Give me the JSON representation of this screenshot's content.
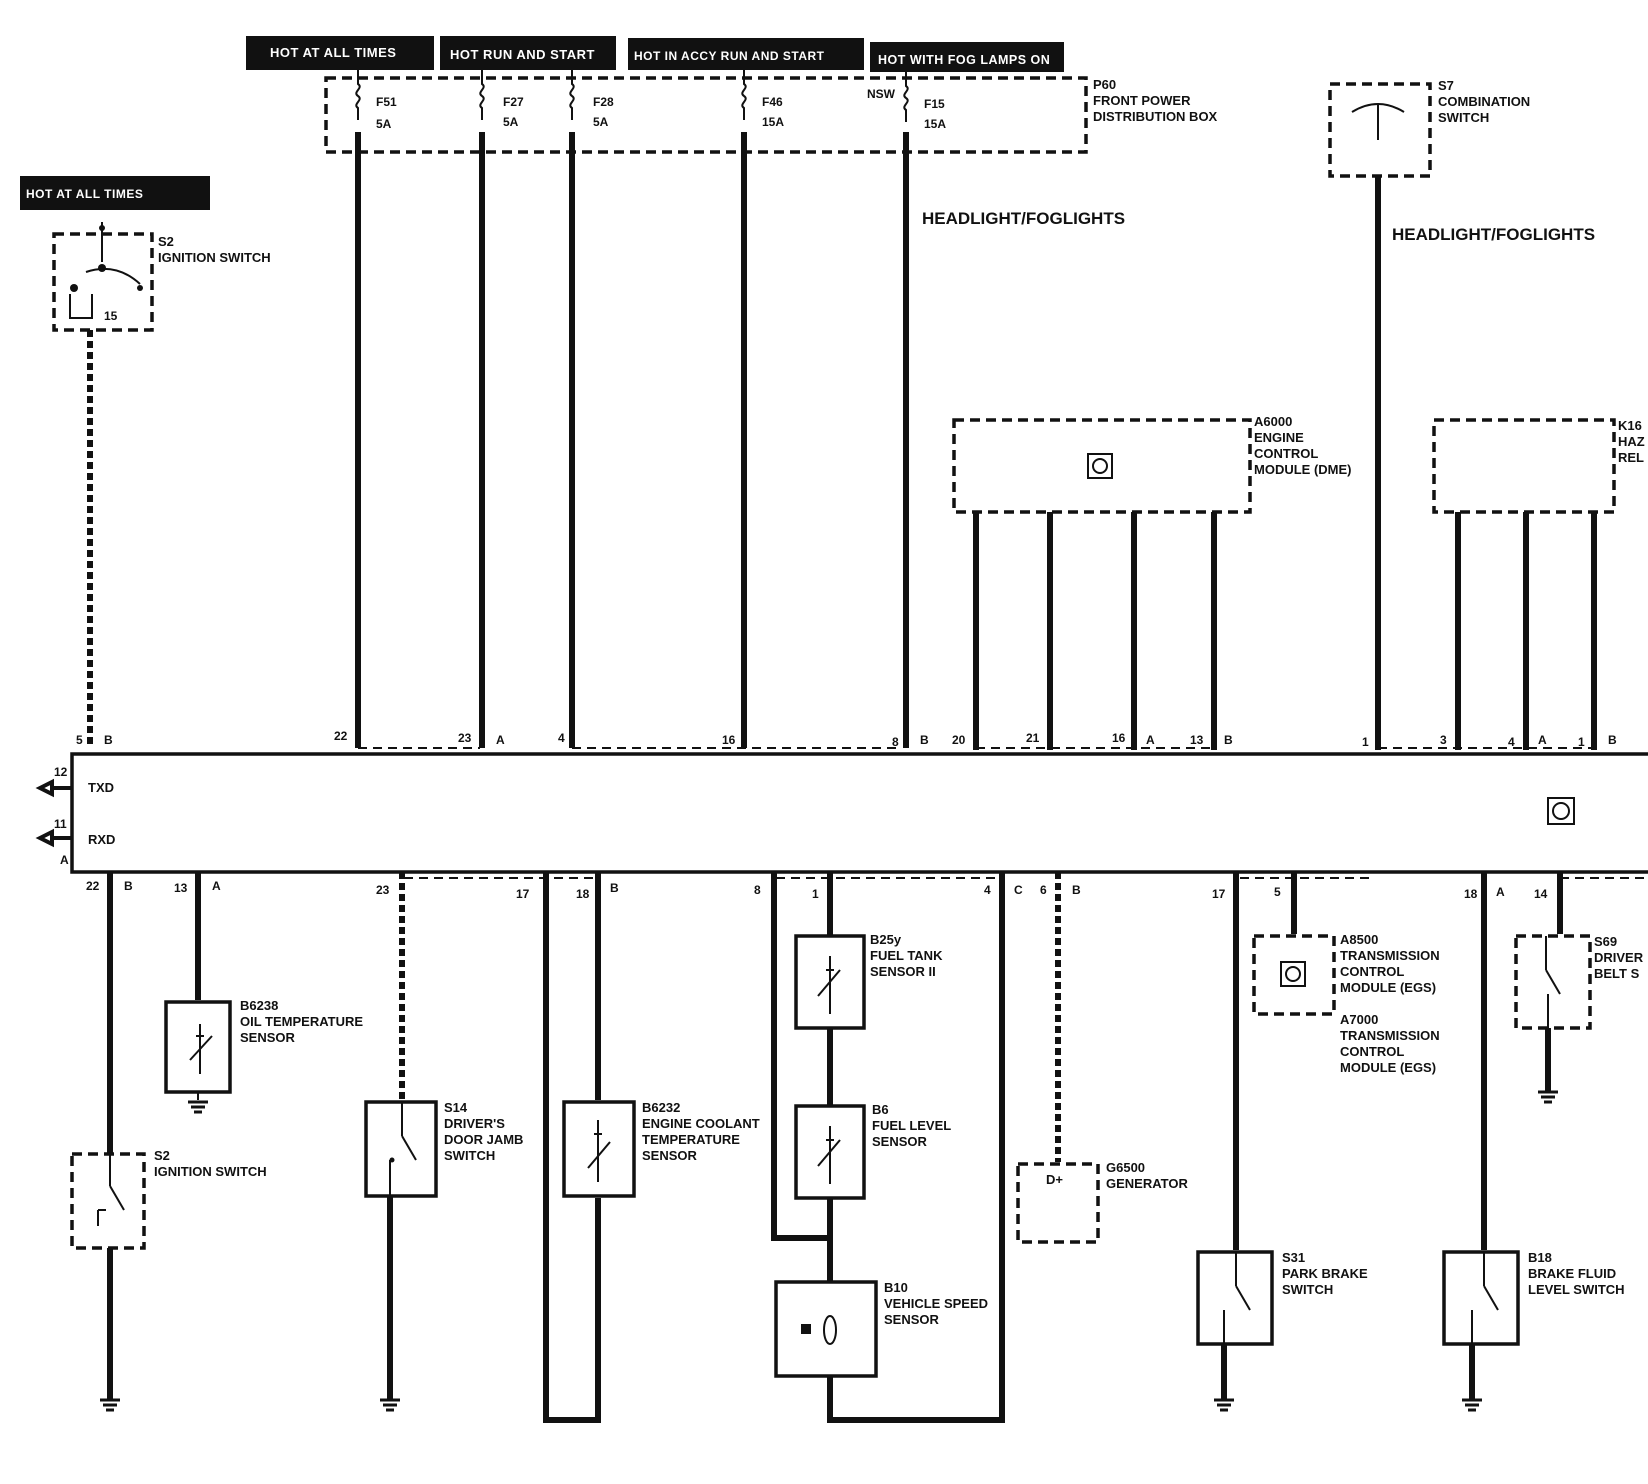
{
  "banners": {
    "hot_at_all_times_top": "HOT AT ALL TIMES",
    "hot_run_start": "HOT RUN AND START",
    "hot_accy_run_start": "HOT IN ACCY RUN AND START",
    "hot_fog_lamps": "HOT WITH FOG LAMPS ON",
    "hot_at_all_times_left": "HOT AT ALL TIMES"
  },
  "fuses": [
    {
      "id": "F51",
      "rating": "5A"
    },
    {
      "id": "F27",
      "rating": "5A"
    },
    {
      "id": "F28",
      "rating": "5A"
    },
    {
      "id": "F46",
      "rating": "15A"
    },
    {
      "id": "F15",
      "rating": "15A"
    }
  ],
  "fuse_box": {
    "wire": "NSW",
    "ref": "P60",
    "line1": "FRONT POWER",
    "line2": "DISTRIBUTION BOX"
  },
  "combination_switch": {
    "ref": "S7",
    "line1": "COMBINATION",
    "line2": "SWITCH"
  },
  "headlight_left": "HEADLIGHT/FOGLIGHTS",
  "headlight_right": "HEADLIGHT/FOGLIGHTS",
  "ignition_top": {
    "ref": "S2",
    "name": "IGNITION SWITCH",
    "terminal": "15"
  },
  "ecm": {
    "ref": "A6000",
    "line1": "ENGINE",
    "line2": "CONTROL",
    "line3": "MODULE (DME)"
  },
  "hazard_relay": {
    "ref": "K16",
    "line1": "HAZ",
    "line2": "REL"
  },
  "main_module": {
    "txd": "TXD",
    "rxd": "RXD",
    "pin_txd": "12",
    "pin_rxd": "11",
    "conn_a": "A",
    "top_pins": [
      {
        "pin": "5",
        "conn": "B"
      },
      {
        "pin": "22",
        "conn": ""
      },
      {
        "pin": "23",
        "conn": "A"
      },
      {
        "pin": "4",
        "conn": ""
      },
      {
        "pin": "16",
        "conn": ""
      },
      {
        "pin": "8",
        "conn": "B"
      },
      {
        "pin": "20",
        "conn": ""
      },
      {
        "pin": "21",
        "conn": ""
      },
      {
        "pin": "16",
        "conn": "A"
      },
      {
        "pin": "13",
        "conn": "B"
      },
      {
        "pin": "1",
        "conn": ""
      },
      {
        "pin": "3",
        "conn": ""
      },
      {
        "pin": "4",
        "conn": "A"
      },
      {
        "pin": "1",
        "conn": "B"
      }
    ],
    "bottom_pins": [
      {
        "pin": "22",
        "conn": "B"
      },
      {
        "pin": "13",
        "conn": "A"
      },
      {
        "pin": "23",
        "conn": ""
      },
      {
        "pin": "17",
        "conn": ""
      },
      {
        "pin": "18",
        "conn": "B"
      },
      {
        "pin": "8",
        "conn": ""
      },
      {
        "pin": "1",
        "conn": ""
      },
      {
        "pin": "4",
        "conn": "C"
      },
      {
        "pin": "6",
        "conn": "B"
      },
      {
        "pin": "17",
        "conn": ""
      },
      {
        "pin": "5",
        "conn": ""
      },
      {
        "pin": "18",
        "conn": "A"
      },
      {
        "pin": "14",
        "conn": ""
      }
    ]
  },
  "components": {
    "oil_temp": {
      "ref": "B6238",
      "line1": "OIL TEMPERATURE",
      "line2": "SENSOR"
    },
    "ignition_bottom": {
      "ref": "S2",
      "name": "IGNITION SWITCH"
    },
    "door_jamb": {
      "ref": "S14",
      "line1": "DRIVER'S",
      "line2": "DOOR JAMB",
      "line3": "SWITCH"
    },
    "coolant": {
      "ref": "B6232",
      "line1": "ENGINE COOLANT",
      "line2": "TEMPERATURE",
      "line3": "SENSOR"
    },
    "fuel_tank": {
      "ref": "B25y",
      "line1": "FUEL TANK",
      "line2": "SENSOR II"
    },
    "fuel_level": {
      "ref": "B6",
      "line1": "FUEL LEVEL",
      "line2": "SENSOR"
    },
    "speed": {
      "ref": "B10",
      "line1": "VEHICLE SPEED",
      "line2": "SENSOR"
    },
    "generator": {
      "ref": "G6500",
      "line1": "GENERATOR",
      "terminal": "D+"
    },
    "egs_a8500": {
      "ref": "A8500",
      "line1": "TRANSMISSION",
      "line2": "CONTROL",
      "line3": "MODULE (EGS)"
    },
    "egs_a7000": {
      "ref": "A7000",
      "line1": "TRANSMISSION",
      "line2": "CONTROL",
      "line3": "MODULE (EGS)"
    },
    "park_brake": {
      "ref": "S31",
      "line1": "PARK BRAKE",
      "line2": "SWITCH"
    },
    "brake_fluid": {
      "ref": "B18",
      "line1": "BRAKE FLUID",
      "line2": "LEVEL SWITCH"
    },
    "belt": {
      "ref": "S69",
      "line1": "DRIVER",
      "line2": "BELT S"
    }
  }
}
